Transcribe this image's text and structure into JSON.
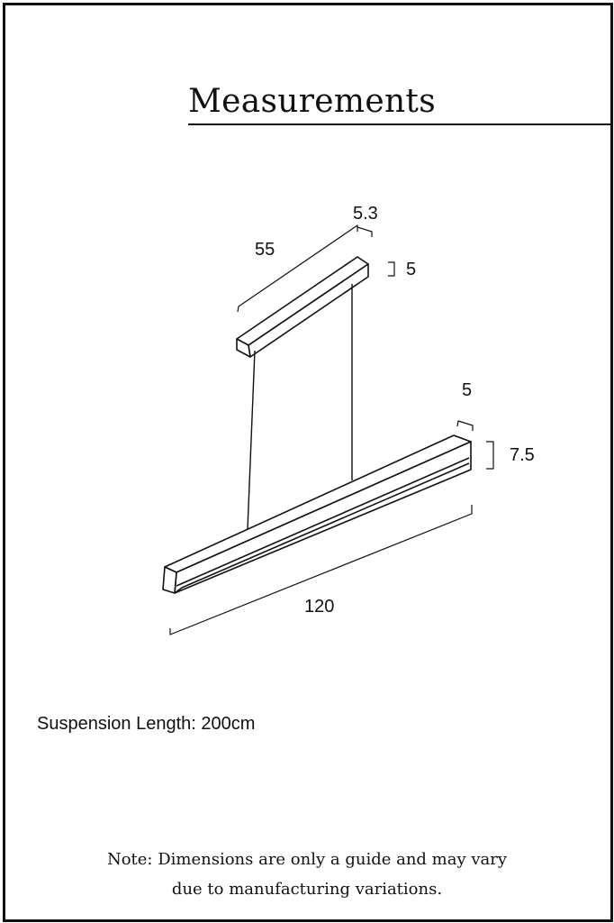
{
  "title": "Measurements",
  "dimensions": {
    "canopy_length": "55",
    "canopy_width": "5.3",
    "canopy_height": "5",
    "bar_width": "5",
    "bar_height": "7.5",
    "bar_length": "120"
  },
  "suspension": "Suspension Length: 200cm",
  "note": {
    "line1": "Note: Dimensions are only a guide and may vary",
    "line2": "due to manufacturing variations."
  }
}
